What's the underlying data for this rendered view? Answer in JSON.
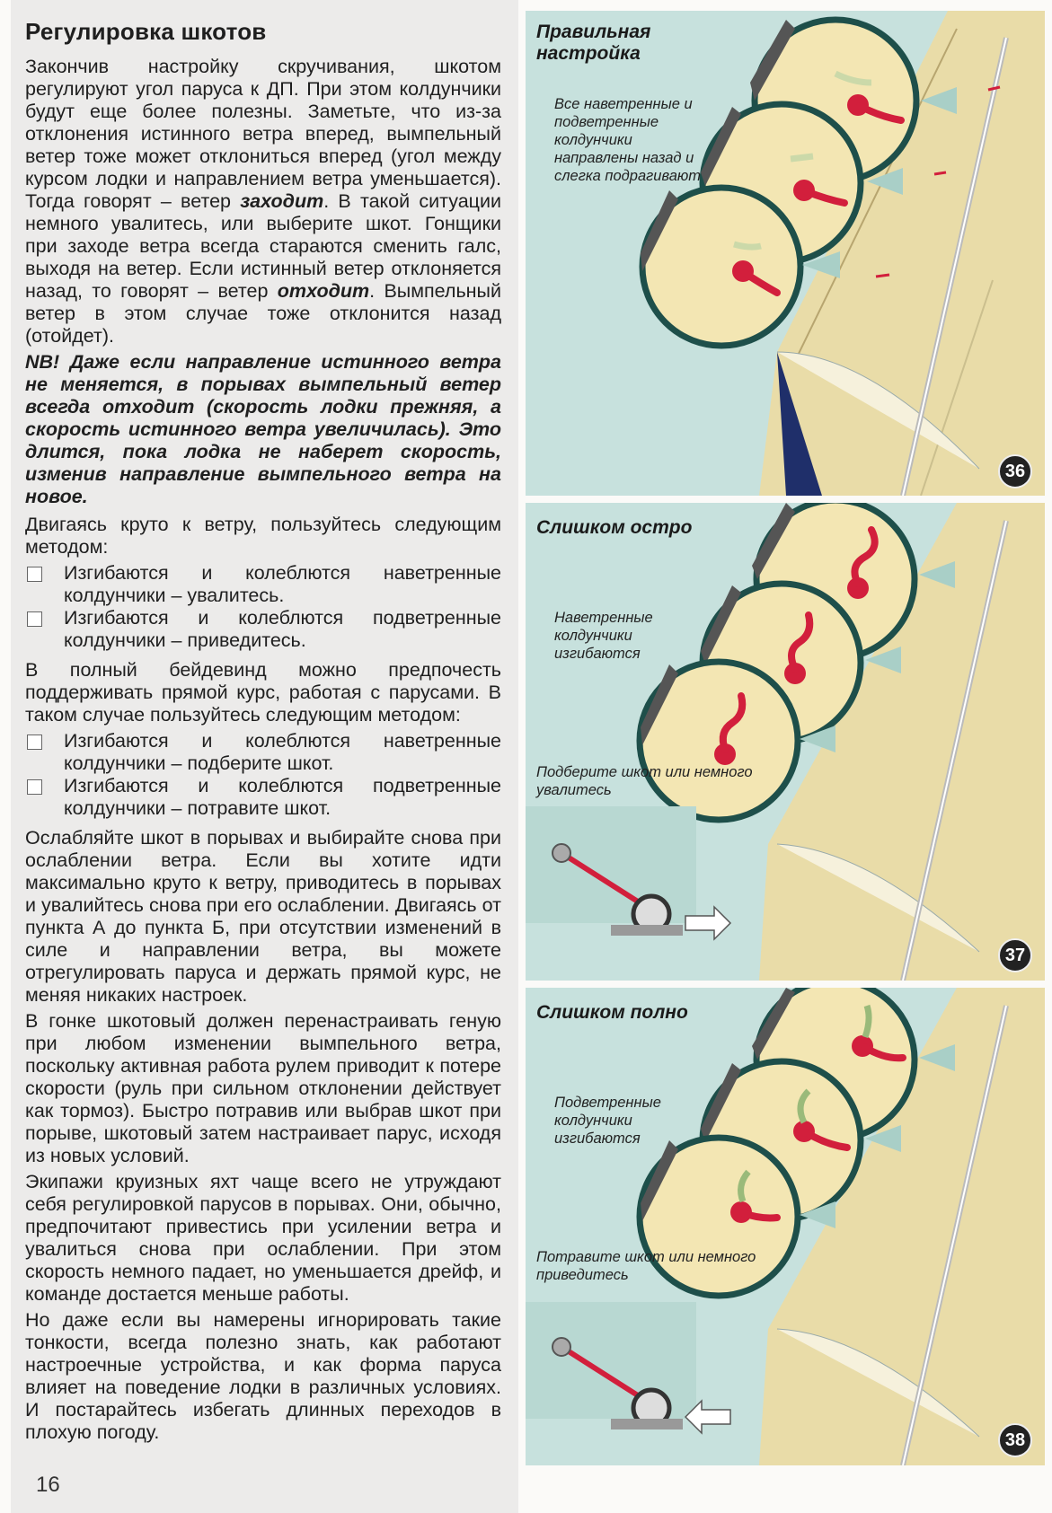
{
  "title": "Регулировка шкотов",
  "paragraphs": {
    "p1": "Закончив настройку скручивания, шкотом регулируют угол паруса к ДП. При этом колдунчики будут еще более полезны. Заметьте, что из-за отклонения истинного ветра вперед, вымпельный ветер тоже может отклониться вперед (угол между курсом лодки и направлением ветра уменьшается). Тогда говорят – ветер ",
    "p1_em": "заходит",
    "p1b": ". В такой ситуации немного увалитесь, или выберите шкот. Гонщики при заходе ветра всегда стараются сменить галс, выходя на ветер. Если истинный ветер отклоняется назад, то говорят – ветер ",
    "p1b_em": "отходит",
    "p1c": ". Вымпельный ветер в этом случае тоже отклонится назад (отойдет).",
    "nb": "NB! Даже если направление истинного ветра не меняется, в порывах вымпельный ветер всегда отходит (скорость лодки прежняя, а скорость истинного ветра увеличилась). Это длится, пока лодка не наберет скорость, изменив направление вымпельного ветра на новое.",
    "p2": "Двигаясь круто к ветру, пользуйтесь следующим методом:",
    "list1": [
      "Изгибаются и колеблются наветренные колдунчики – увалитесь.",
      "Изгибаются и колеблются подветренные колдунчики – приведитесь."
    ],
    "p3": "В полный бейдевинд можно предпочесть поддерживать прямой курс, работая с парусами. В таком случае пользуйтесь следующим методом:",
    "list2": [
      "Изгибаются и колеблются наветренные колдунчики – подберите шкот.",
      "Изгибаются и колеблются подветренные колдунчики – потравите шкот."
    ],
    "p4": "Ослабляйте шкот в порывах и выбирайте снова при ослаблении ветра. Если вы хотите идти максимально круто к ветру, приводитесь в порывах и увалийтесь снова при его ослаблении. Двигаясь от пункта А до пункта Б, при отсутствии изменений в силе и направлении ветра, вы можете отрегулировать паруса и держать прямой курс, не меняя никаких настроек.",
    "p5": "В гонке шкотовый должен перенастраивать геную при любом изменении вымпельного ветра, поскольку активная работа рулем приводит к потере скорости (руль при сильном отклонении действует как тормоз). Быстро потравив или выбрав шкот при порыве, шкотовый затем настраивает парус, исходя из новых условий.",
    "p6": "Экипажи круизных яхт чаще всего не утруждают себя регулировкой парусов в порывах. Они, обычно, предпочитают привестись при усилении ветра и увалиться снова при ослаблении. При этом скорость немного падает, но уменьшается дрейф, и команде достается меньше работы.",
    "p7": "Но даже если вы намерены игнорировать такие тонкости, всегда полезно знать, как работают настроечные устройства, и как форма паруса влияет на поведение лодки в различных условиях. И постарайтесь избегать длинных переходов в плохую погоду."
  },
  "page_number": "16",
  "figures": [
    {
      "heading": "Правильная настройка",
      "caption": "Все наветренные и подветренные колдунчики направлены назад и слегка подрагивают",
      "number": "36"
    },
    {
      "heading": "Слишком остро",
      "caption": "Наветренные колдунчики изгибаются",
      "action": "Подберите шкот или немного увалитесь",
      "number": "37"
    },
    {
      "heading": "Слишком полно",
      "caption": "Подветренные колдунчики изгибаются",
      "action": "Потравите шкот или немного приведитесь",
      "number": "38"
    }
  ],
  "colors": {
    "panel": "#c7e1dd",
    "sail": "#f2e2b2",
    "telltale": "#d21f3c"
  }
}
